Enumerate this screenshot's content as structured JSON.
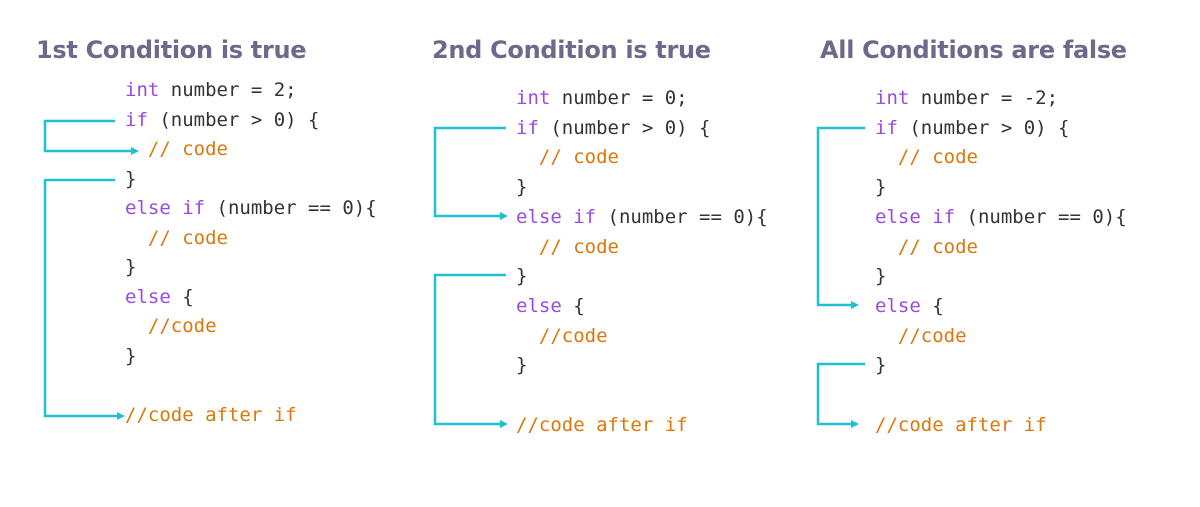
{
  "colors": {
    "heading": "#6b6a8a",
    "keyword": "#9b4ae0",
    "comment": "#d9780d",
    "text": "#333333",
    "arrow": "#1fc1d1"
  },
  "panels": [
    {
      "title": "1st Condition is true",
      "lines": [
        [
          {
            "t": "kw",
            "v": "int"
          },
          {
            "t": "tx",
            "v": " number = 2;"
          }
        ],
        [
          {
            "t": "kw",
            "v": "if"
          },
          {
            "t": "tx",
            "v": " (number > 0) {"
          }
        ],
        [
          {
            "t": "cm",
            "v": "  // code"
          }
        ],
        [
          {
            "t": "tx",
            "v": "}"
          }
        ],
        [
          {
            "t": "kw",
            "v": "else if"
          },
          {
            "t": "tx",
            "v": " (number == 0){"
          }
        ],
        [
          {
            "t": "cm",
            "v": "  // code"
          }
        ],
        [
          {
            "t": "tx",
            "v": "}"
          }
        ],
        [
          {
            "t": "kw",
            "v": "else"
          },
          {
            "t": "tx",
            "v": " {"
          }
        ],
        [
          {
            "t": "cm",
            "v": "  //code"
          }
        ],
        [
          {
            "t": "tx",
            "v": "}"
          }
        ],
        [],
        [
          {
            "t": "cm",
            "v": "//code after if"
          }
        ]
      ]
    },
    {
      "title": "2nd Condition is true",
      "lines": [
        [
          {
            "t": "kw",
            "v": "int"
          },
          {
            "t": "tx",
            "v": " number = 0;"
          }
        ],
        [
          {
            "t": "kw",
            "v": "if"
          },
          {
            "t": "tx",
            "v": " (number > 0) {"
          }
        ],
        [
          {
            "t": "cm",
            "v": "  // code"
          }
        ],
        [
          {
            "t": "tx",
            "v": "}"
          }
        ],
        [
          {
            "t": "kw",
            "v": "else if"
          },
          {
            "t": "tx",
            "v": " (number == 0){"
          }
        ],
        [
          {
            "t": "cm",
            "v": "  // code"
          }
        ],
        [
          {
            "t": "tx",
            "v": "}"
          }
        ],
        [
          {
            "t": "kw",
            "v": "else"
          },
          {
            "t": "tx",
            "v": " {"
          }
        ],
        [
          {
            "t": "cm",
            "v": "  //code"
          }
        ],
        [
          {
            "t": "tx",
            "v": "}"
          }
        ],
        [],
        [
          {
            "t": "cm",
            "v": "//code after if"
          }
        ]
      ]
    },
    {
      "title": "All Conditions are false",
      "lines": [
        [
          {
            "t": "kw",
            "v": "int"
          },
          {
            "t": "tx",
            "v": " number = -2;"
          }
        ],
        [
          {
            "t": "kw",
            "v": "if"
          },
          {
            "t": "tx",
            "v": " (number > 0) {"
          }
        ],
        [
          {
            "t": "cm",
            "v": "  // code"
          }
        ],
        [
          {
            "t": "tx",
            "v": "}"
          }
        ],
        [
          {
            "t": "kw",
            "v": "else if"
          },
          {
            "t": "tx",
            "v": " (number == 0){"
          }
        ],
        [
          {
            "t": "cm",
            "v": "  // code"
          }
        ],
        [
          {
            "t": "tx",
            "v": "}"
          }
        ],
        [
          {
            "t": "kw",
            "v": "else"
          },
          {
            "t": "tx",
            "v": " {"
          }
        ],
        [
          {
            "t": "cm",
            "v": "  //code"
          }
        ],
        [
          {
            "t": "tx",
            "v": "}"
          }
        ],
        [],
        [
          {
            "t": "cm",
            "v": "//code after if"
          }
        ]
      ]
    }
  ]
}
